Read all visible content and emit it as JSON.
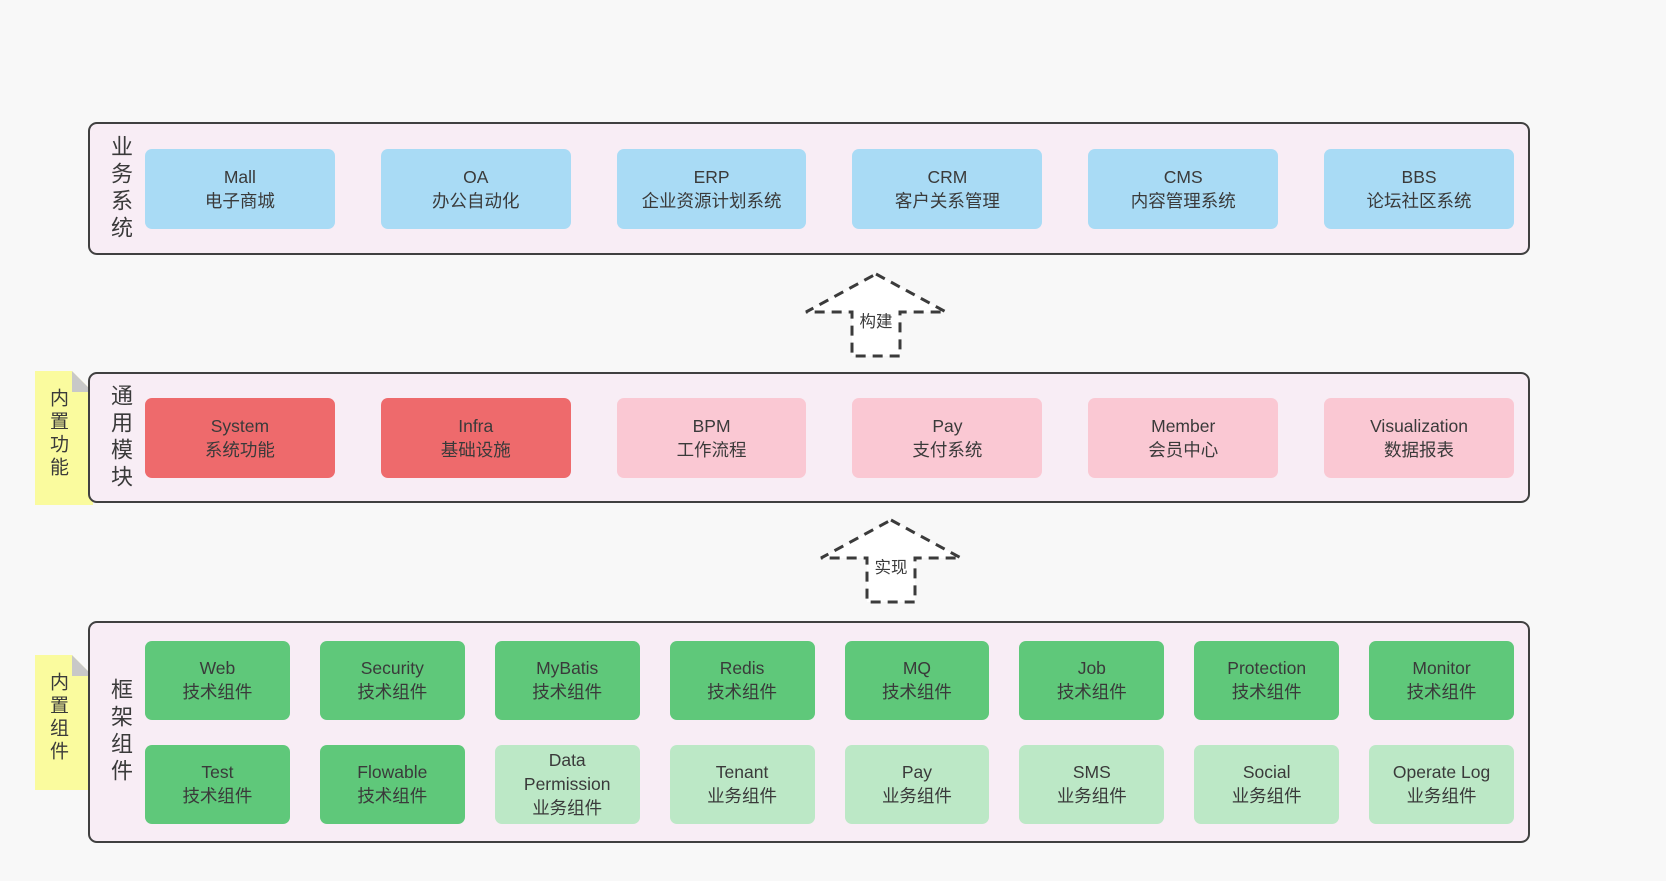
{
  "colors": {
    "page_bg": "#f8f8f8",
    "container_bg": "#f8edf5",
    "container_border": "#404040",
    "blue_box": "#a9dbf5",
    "red_box": "#ee6a6c",
    "pink_box": "#fac8d3",
    "green_box": "#5fc87a",
    "light_green_box": "#bce8c6",
    "note_yellow": "#fafb9e",
    "note_fold_gray": "#c8c8c8",
    "text": "#3a3a3a"
  },
  "arrows": [
    {
      "label": "构建"
    },
    {
      "label": "实现"
    }
  ],
  "layers": [
    {
      "id": "business",
      "label": "业务系统",
      "boxes": [
        {
          "en": "Mall",
          "zh": "电子商城",
          "variant": "blue"
        },
        {
          "en": "OA",
          "zh": "办公自动化",
          "variant": "blue"
        },
        {
          "en": "ERP",
          "zh": "企业资源计划系统",
          "variant": "blue"
        },
        {
          "en": "CRM",
          "zh": "客户关系管理",
          "variant": "blue"
        },
        {
          "en": "CMS",
          "zh": "内容管理系统",
          "variant": "blue"
        },
        {
          "en": "BBS",
          "zh": "论坛社区系统",
          "variant": "blue"
        }
      ]
    },
    {
      "id": "common",
      "label": "通用模块",
      "note": "内置功能",
      "boxes": [
        {
          "en": "System",
          "zh": "系统功能",
          "variant": "red"
        },
        {
          "en": "Infra",
          "zh": "基础设施",
          "variant": "red"
        },
        {
          "en": "BPM",
          "zh": "工作流程",
          "variant": "pink"
        },
        {
          "en": "Pay",
          "zh": "支付系统",
          "variant": "pink"
        },
        {
          "en": "Member",
          "zh": "会员中心",
          "variant": "pink"
        },
        {
          "en": "Visualization",
          "zh": "数据报表",
          "variant": "pink"
        }
      ]
    },
    {
      "id": "framework",
      "label": "框架组件",
      "note": "内置组件",
      "boxes": [
        {
          "en": "Web",
          "zh": "技术组件",
          "variant": "green"
        },
        {
          "en": "Security",
          "zh": "技术组件",
          "variant": "green"
        },
        {
          "en": "MyBatis",
          "zh": "技术组件",
          "variant": "green"
        },
        {
          "en": "Redis",
          "zh": "技术组件",
          "variant": "green"
        },
        {
          "en": "MQ",
          "zh": "技术组件",
          "variant": "green"
        },
        {
          "en": "Job",
          "zh": "技术组件",
          "variant": "green"
        },
        {
          "en": "Protection",
          "zh": "技术组件",
          "variant": "green"
        },
        {
          "en": "Monitor",
          "zh": "技术组件",
          "variant": "green"
        },
        {
          "en": "Test",
          "zh": "技术组件",
          "variant": "green"
        },
        {
          "en": "Flowable",
          "zh": "技术组件",
          "variant": "green"
        },
        {
          "en": "Data Permission",
          "zh": "业务组件",
          "variant": "greenlight"
        },
        {
          "en": "Tenant",
          "zh": "业务组件",
          "variant": "greenlight"
        },
        {
          "en": "Pay",
          "zh": "业务组件",
          "variant": "greenlight"
        },
        {
          "en": "SMS",
          "zh": "业务组件",
          "variant": "greenlight"
        },
        {
          "en": "Social",
          "zh": "业务组件",
          "variant": "greenlight"
        },
        {
          "en": "Operate Log",
          "zh": "业务组件",
          "variant": "greenlight"
        }
      ]
    }
  ]
}
